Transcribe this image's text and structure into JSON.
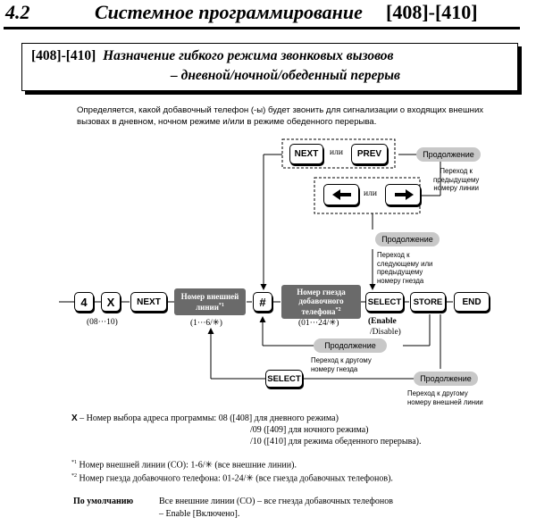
{
  "header": {
    "section": "4.2",
    "title": "Системное программирование",
    "codes": "[408]-[410]"
  },
  "title_box": {
    "code": "[408]-[410]",
    "line1": "Назначение гибкого режима звонковых вызовов",
    "line2": "– дневной/ночной/обеденный перерыв"
  },
  "description": "Определяется, какой добавочный телефон (-ы) будет звонить для сигнализации о входящих внешних вызовах в дневном, ночном режиме и/или в режиме обеденного перерыва.",
  "keys": {
    "four": "4",
    "x": "X",
    "next": "NEXT",
    "next_top": "NEXT",
    "prev": "PREV",
    "or1": "или",
    "or2": "или",
    "hash": "#",
    "select": "SELECT",
    "store": "STORE",
    "end": "END",
    "select_bottom": "SELECT"
  },
  "arrows": {
    "left": "left-arrow-icon",
    "right": "right-arrow-icon"
  },
  "inputs": {
    "co_line": "Номер внешней линии",
    "co_sup": "*1",
    "jack": "Номер гнезда добавочного телефона",
    "jack_sup": "*2"
  },
  "ranges": {
    "prog": "(08···10)",
    "co": "(1···6/✳)",
    "jack": "(01···24/✳)",
    "enable": "(Enable",
    "disable": "/Disable)"
  },
  "continue_label": "Продолжение",
  "notes": {
    "n1": [
      "Переход к",
      "предыдущему",
      "номеру линии"
    ],
    "n2": [
      "Переход к",
      "следующему или",
      "предыдущему",
      "номеру гнезда"
    ],
    "n3": [
      "Переход к другому",
      "номеру гнезда"
    ],
    "n4": [
      "Переход к другому",
      "номеру внешней линии"
    ]
  },
  "footer": {
    "x_key": "X",
    "x_text": " – Номер выбора адреса программы: 08 ([408] для дневного режима)",
    "x_line2": "/09 ([409] для ночного режима)",
    "x_line3": "/10 ([410] для режима обеденного перерыва).",
    "fn1_mark": "*1",
    "fn1": "Номер внешней линии (CO): 1-6/✳ (все внешние линии).",
    "fn2_mark": "*2",
    "fn2": "Номер гнезда добавочного телефона: 01-24/✳ (все гнезда добавочных телефонов).",
    "default_label": "По умолчанию",
    "default_l1": "Все внешние линии (CO) – все гнезда добавочных телефонов",
    "default_l2": "– Enable [Включено]."
  }
}
